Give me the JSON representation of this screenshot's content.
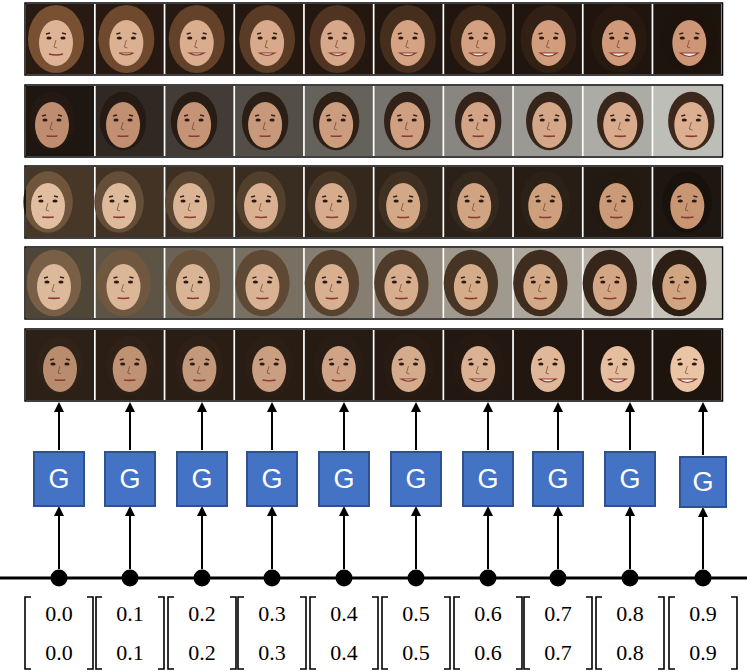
{
  "diagram": {
    "nodes": [
      {
        "text": [
          "G"
        ]
      },
      {
        "text": [
          "G"
        ]
      },
      {
        "text": [
          "G"
        ]
      },
      {
        "text": [
          "G"
        ]
      },
      {
        "text": [
          "G"
        ]
      },
      {
        "text": [
          "G"
        ]
      },
      {
        "text": [
          "G"
        ]
      },
      {
        "text": [
          "G"
        ]
      },
      {
        "text": [
          "G"
        ]
      },
      {
        "text": [
          "G"
        ]
      }
    ],
    "labels": [
      "0.0",
      "0.0",
      "0.1",
      "0.1",
      "0.2",
      "0.2",
      "0.3",
      "0.3",
      "0.4",
      "0.4",
      "0.5",
      "0.5",
      "0.6",
      "0.6",
      "0.7",
      "0.7",
      "0.8",
      "0.8",
      "0.9",
      "0.9"
    ]
  }
}
